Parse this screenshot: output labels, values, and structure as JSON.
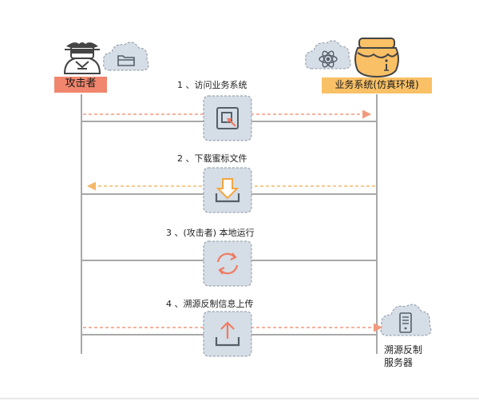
{
  "actors": {
    "attacker": {
      "label": "攻击者",
      "icon": "spy-icon",
      "badge_icon": "folder-icon"
    },
    "business": {
      "label": "业务系统(仿真环境)",
      "icon": "honeypot-jar-icon",
      "badge_icon": "atom-icon"
    },
    "server": {
      "label_line1": "溯源反制",
      "label_line2": "服务器",
      "icon": "server-icon"
    }
  },
  "steps": [
    {
      "label": "1 、访问业务系统",
      "icon": "access-window-icon",
      "direction": "right",
      "dashed": true
    },
    {
      "label": "2 、下载蜜标文件",
      "icon": "download-icon",
      "direction": "left",
      "dashed": true
    },
    {
      "label": "3 、(攻击者) 本地运行",
      "icon": "refresh-icon",
      "direction": "none",
      "dashed": false
    },
    {
      "label": "4 、溯源反制信息上传",
      "icon": "upload-icon",
      "direction": "right",
      "dashed": true
    }
  ],
  "colors": {
    "attacker_label_bg": "#f0866d",
    "business_label_bg": "#f9c066",
    "lifeline": "#a8a8a8",
    "arrow_right": "#f29a7e",
    "arrow_left": "#f4b76a",
    "tile_bg": "#d5dde6",
    "icon_stroke": "#555f69",
    "icon_accent_orange": "#f4a640",
    "icon_accent_red": "#ef7b62"
  }
}
